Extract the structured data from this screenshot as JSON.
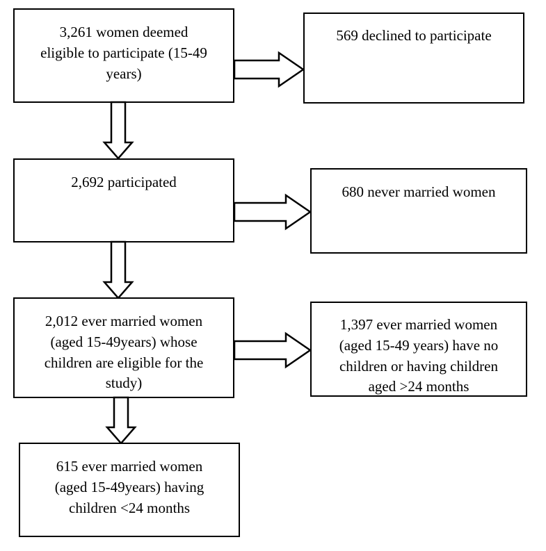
{
  "diagram": {
    "title": "Study participant flow diagram",
    "background_color": "#ffffff",
    "line_color": "#000000",
    "nodes": [
      {
        "id": "eligible",
        "text": "3,261 women deemed\neligible to participate (15-49\nyears)",
        "count": 3261
      },
      {
        "id": "declined",
        "text": "569 declined to participate",
        "count": 569
      },
      {
        "id": "participated",
        "text": "2,692 participated",
        "count": 2692
      },
      {
        "id": "never-married",
        "text": "680 never married women",
        "count": 680
      },
      {
        "id": "ever-married-eligible",
        "text": "2,012 ever married women\n(aged 15-49years) whose\nchildren are eligible for the\nstudy)",
        "count": 2012
      },
      {
        "id": "excluded-no-children",
        "text": "1,397 ever married women\n(aged 15-49 years) have no\nchildren or having children\naged >24 months",
        "count": 1397
      },
      {
        "id": "final-sample",
        "text": "615 ever married women\n(aged 15-49years) having\nchildren <24 months",
        "count": 615
      }
    ],
    "arrows": [
      {
        "id": "eligible-to-declined",
        "direction": "right"
      },
      {
        "id": "eligible-to-participated",
        "direction": "down"
      },
      {
        "id": "participated-to-never-married",
        "direction": "right"
      },
      {
        "id": "participated-to-ever-married",
        "direction": "down"
      },
      {
        "id": "ever-married-to-excluded",
        "direction": "right"
      },
      {
        "id": "ever-married-to-final",
        "direction": "down"
      }
    ]
  }
}
